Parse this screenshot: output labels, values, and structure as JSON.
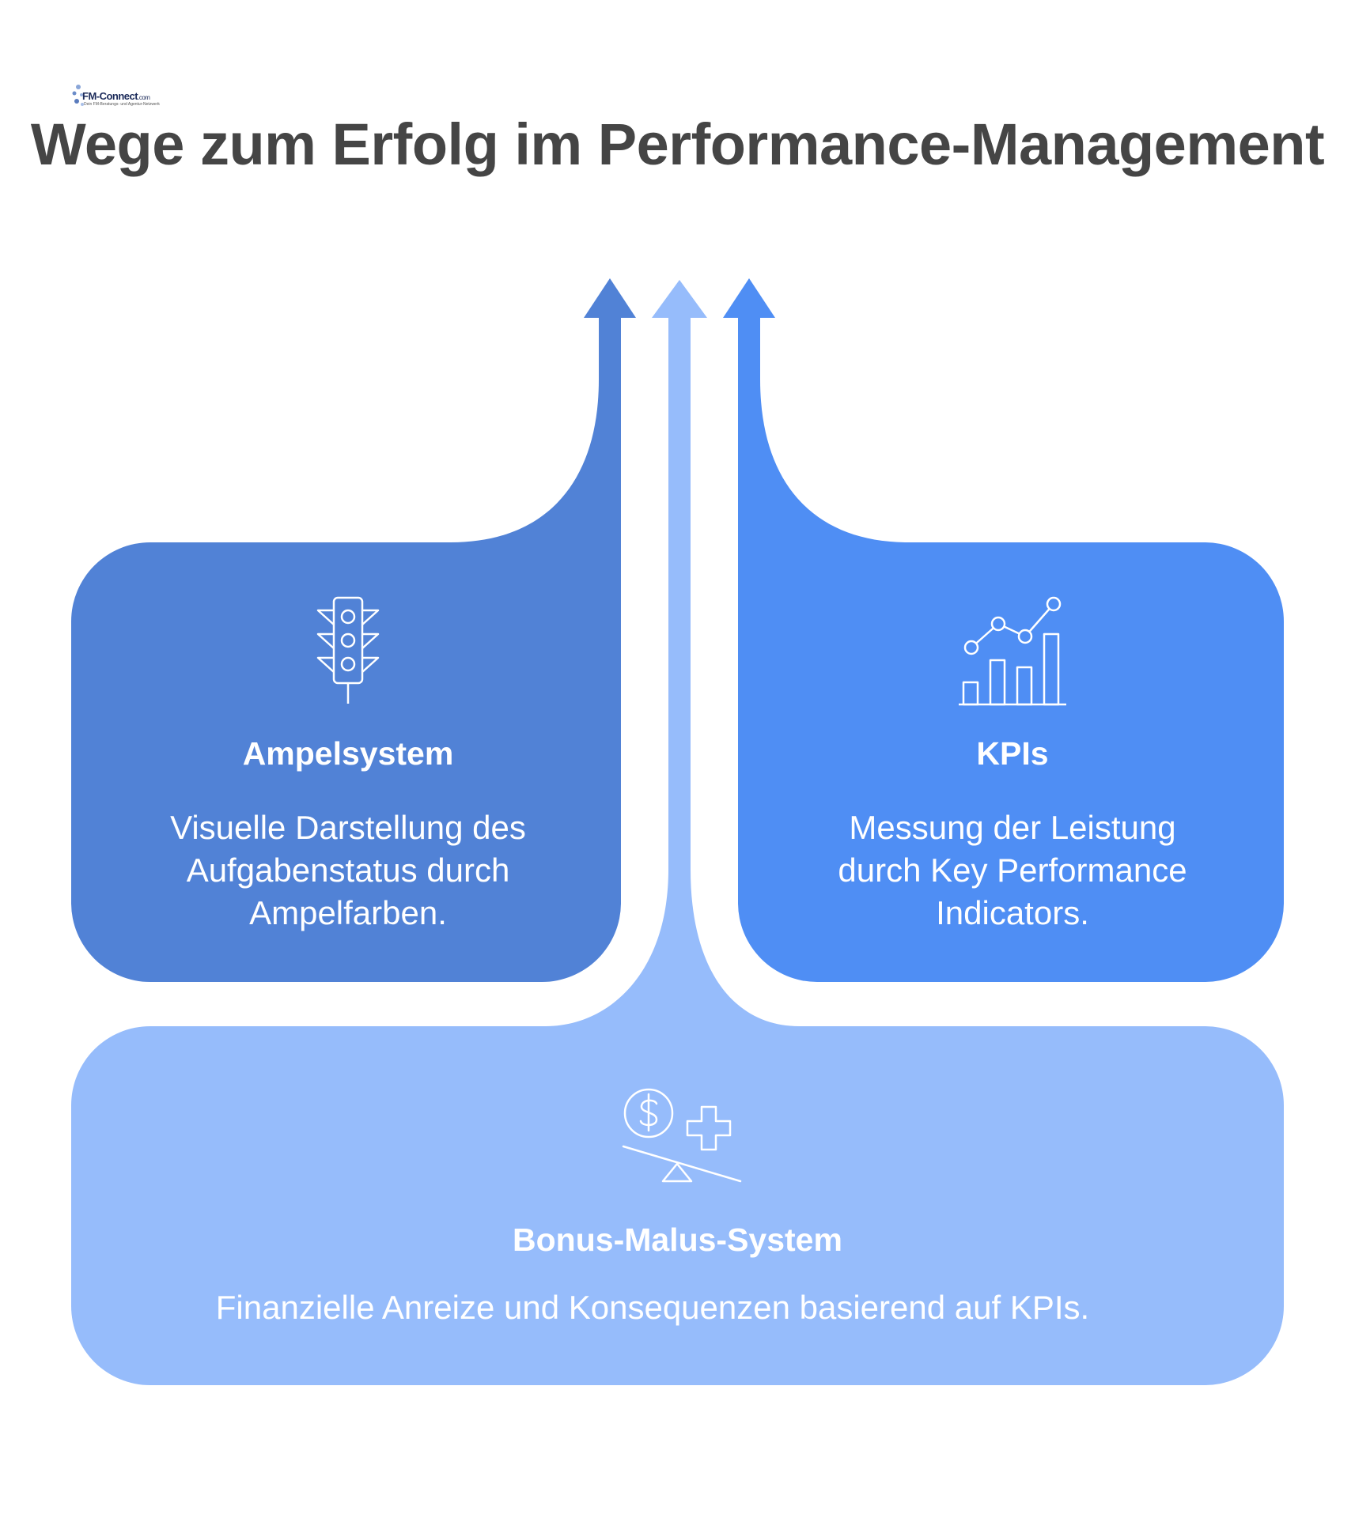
{
  "logo": {
    "name": "FM-Connect",
    "suffix": ".com",
    "tagline": "Dein FM-Beratungs- und Agentur-Netzwerk"
  },
  "title": "Wege zum Erfolg im Performance-Management",
  "colors": {
    "ampel": "#5182d6",
    "kpi": "#4f8ef4",
    "bonus": "#96bcfb",
    "title": "#454545",
    "text": "#ffffff"
  },
  "boxes": {
    "ampel": {
      "heading": "Ampelsystem",
      "lines": [
        "Visuelle Darstellung des",
        "Aufgabenstatus durch",
        "Ampelfarben."
      ],
      "icon": "traffic-light-icon"
    },
    "kpi": {
      "heading": "KPIs",
      "lines": [
        "Messung der Leistung",
        "durch Key Performance",
        "Indicators."
      ],
      "icon": "chart-growth-icon"
    },
    "bonus": {
      "heading": "Bonus-Malus-System",
      "description": "Finanzielle Anreize und Konsequenzen basierend auf KPIs.",
      "icon": "balance-scale-icon"
    }
  }
}
